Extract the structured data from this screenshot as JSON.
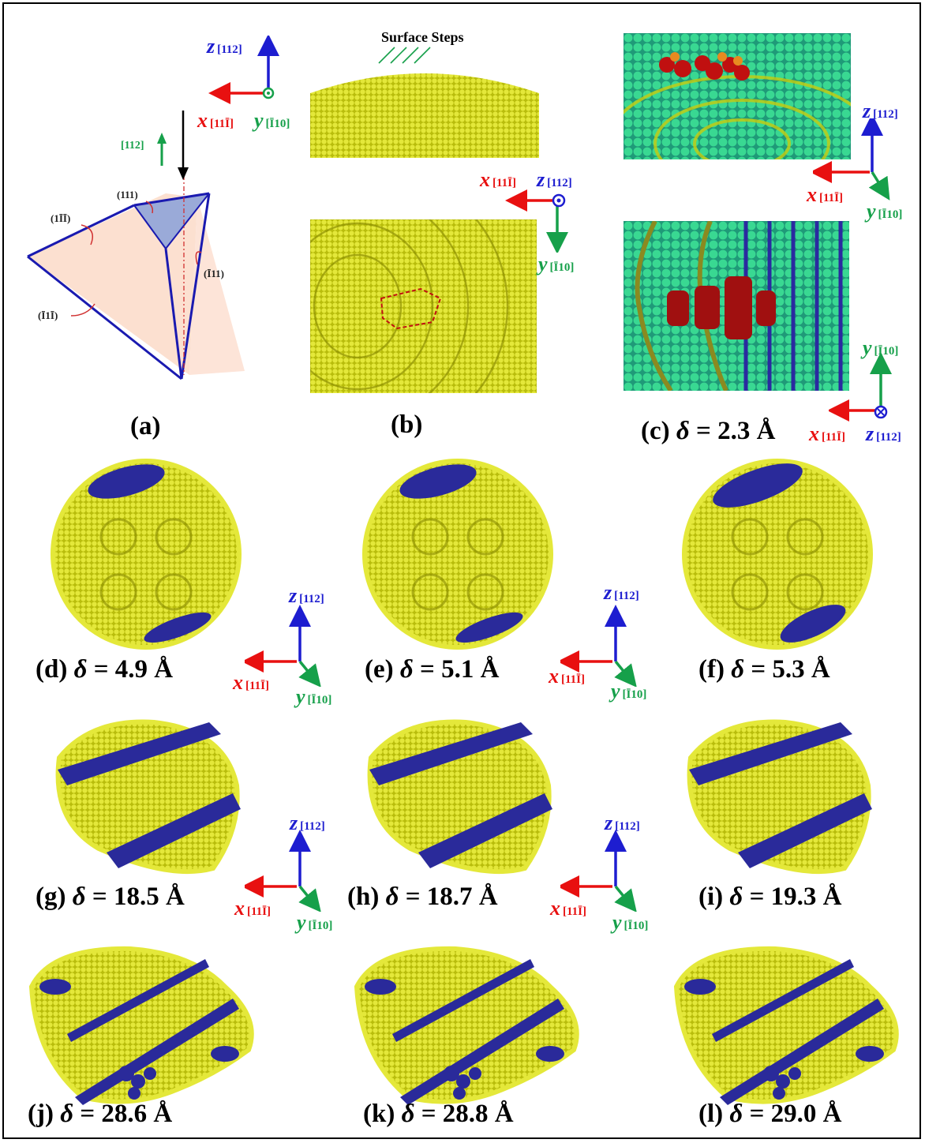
{
  "axes": {
    "x": "x",
    "x_idx": "[11Ī]",
    "y": "y",
    "y_idx": "[Ī10]",
    "z": "z",
    "z_idx": "[112]"
  },
  "panel_a": {
    "dir_label": "[112]",
    "planes": [
      "(111)",
      "(1ĪĪ)",
      "(Ī11)",
      "(Ī1Ī)"
    ],
    "caption": "(a)"
  },
  "panel_b": {
    "title": "Surface Steps",
    "caption": "(b)"
  },
  "panel_c": {
    "caption_prefix": "(c)",
    "delta": "δ",
    "caption_value": "= 2.3 Å"
  },
  "captions": [
    {
      "id": "d",
      "label": "(d)",
      "delta": "δ",
      "value": "= 4.9 Å"
    },
    {
      "id": "e",
      "label": "(e)",
      "delta": "δ",
      "value": "= 5.1 Å"
    },
    {
      "id": "f",
      "label": "(f)",
      "delta": "δ",
      "value": "= 5.3 Å"
    },
    {
      "id": "g",
      "label": "(g)",
      "delta": "δ",
      "value": "= 18.5 Å"
    },
    {
      "id": "h",
      "label": "(h)",
      "delta": "δ",
      "value": "= 18.7 Å"
    },
    {
      "id": "i",
      "label": "(i)",
      "delta": "δ",
      "value": "= 19.3 Å"
    },
    {
      "id": "j",
      "label": "(j)",
      "delta": "δ",
      "value": "= 28.6 Å"
    },
    {
      "id": "k",
      "label": "(k)",
      "delta": "δ",
      "value": "= 28.8 Å"
    },
    {
      "id": "l",
      "label": "(l)",
      "delta": "δ",
      "value": "= 29.0 Å"
    }
  ],
  "colors": {
    "atom_yellow": "#d8dd1a",
    "bg_yellow": "#c8cc10",
    "defect_blue": "#2a2a9a",
    "hcp_red": "#b81010",
    "fcc_green": "#2ec88a",
    "axis_red": "#e81010",
    "axis_blue": "#1d1dd0",
    "axis_green": "#16a04a"
  }
}
